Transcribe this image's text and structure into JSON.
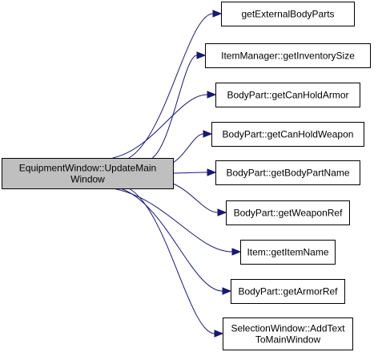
{
  "graph": {
    "root": {
      "id": "root",
      "lines": [
        "EquipmentWindow::UpdateMain",
        "Window"
      ]
    },
    "callees": [
      {
        "id": "n1",
        "lines": [
          "getExternalBodyParts"
        ]
      },
      {
        "id": "n2",
        "lines": [
          "ItemManager::getInventorySize"
        ]
      },
      {
        "id": "n3",
        "lines": [
          "BodyPart::getCanHoldArmor"
        ]
      },
      {
        "id": "n4",
        "lines": [
          "BodyPart::getCanHoldWeapon"
        ]
      },
      {
        "id": "n5",
        "lines": [
          "BodyPart::getBodyPartName"
        ]
      },
      {
        "id": "n6",
        "lines": [
          "BodyPart::getWeaponRef"
        ]
      },
      {
        "id": "n7",
        "lines": [
          "Item::getItemName"
        ]
      },
      {
        "id": "n8",
        "lines": [
          "BodyPart::getArmorRef"
        ]
      },
      {
        "id": "n9",
        "lines": [
          "SelectionWindow::AddText",
          "ToMainWindow"
        ]
      }
    ],
    "colors": {
      "edge": "#191970",
      "root_fill": "#bfbfbf",
      "node_fill": "#ffffff",
      "node_border": "#000000"
    }
  }
}
